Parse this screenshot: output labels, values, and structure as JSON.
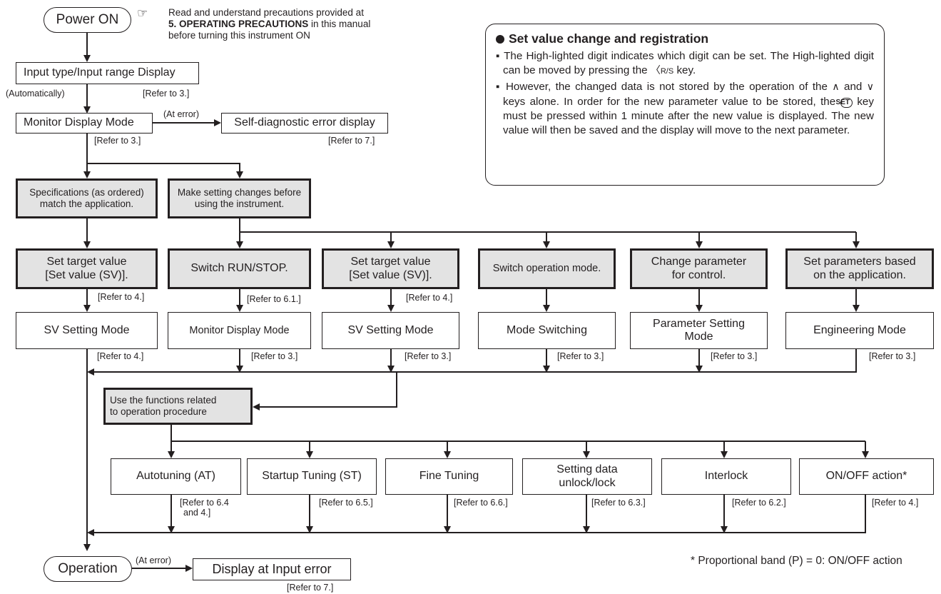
{
  "start": {
    "power_on": "Power ON"
  },
  "precaution": {
    "line1": "Read and understand precautions provided at",
    "line2_bold": "5. OPERATING PRECAUTIONS",
    "line2_rest": " in this manual",
    "line3": "before turning this instrument ON"
  },
  "flow": {
    "input_display": "Input type/Input range Display",
    "input_ref": "[Refer to 3.]",
    "automatically": "(Automatically)",
    "monitor_mode": "Monitor Display Mode",
    "monitor_ref": "[Refer to 3.]",
    "at_error_1": "(At error)",
    "self_diag": "Self-diagnostic error display",
    "self_diag_ref": "[Refer to 7.]",
    "spec_box_l1": "Specifications (as ordered)",
    "spec_box_l2": "match the application.",
    "make_box_l1": "Make setting changes before",
    "make_box_l2": "using the instrument."
  },
  "branches": [
    {
      "gray_l1": "Set target value",
      "gray_l2": "[Set value (SV)].",
      "ref1": "[Refer to 4.]",
      "mode": "SV Setting Mode",
      "ref2": "[Refer to 4.]"
    },
    {
      "gray_l1": "Switch RUN/STOP.",
      "gray_l2": "",
      "ref1": "[Refer to 6.1.]",
      "mode": "Monitor Display Mode",
      "ref2": "[Refer to 3.]"
    },
    {
      "gray_l1": "Set target value",
      "gray_l2": "[Set value (SV)].",
      "ref1": "[Refer to 4.]",
      "mode": "SV Setting Mode",
      "ref2": "[Refer to 3.]"
    },
    {
      "gray_l1": "Switch operation mode.",
      "gray_l2": "",
      "ref1": "",
      "mode": "Mode Switching",
      "ref2": "[Refer to 3.]"
    },
    {
      "gray_l1": "Change parameter",
      "gray_l2": "for control.",
      "ref1": "",
      "mode": "Parameter Setting Mode",
      "ref2": "[Refer to 3.]"
    },
    {
      "gray_l1": "Set parameters based",
      "gray_l2": "on the application.",
      "ref1": "",
      "mode": "Engineering Mode",
      "ref2": "[Refer to 3.]"
    }
  ],
  "functions": {
    "header_l1": "Use the functions related",
    "header_l2": "to operation procedure",
    "items": [
      {
        "label": "Autotuning (AT)",
        "ref_l1": "[Refer to 6.4",
        "ref_l2": "and 4.]"
      },
      {
        "label": "Startup Tuning (ST)",
        "ref_l1": "[Refer to 6.5.]",
        "ref_l2": ""
      },
      {
        "label": "Fine Tuning",
        "ref_l1": "[Refer to 6.6.]",
        "ref_l2": ""
      },
      {
        "label": "Setting data unlock/lock",
        "ref_l1": "[Refer to 6.3.]",
        "ref_l2": ""
      },
      {
        "label": "Interlock",
        "ref_l1": "[Refer to 6.2.]",
        "ref_l2": ""
      },
      {
        "label": "ON/OFF action*",
        "ref_l1": "[Refer to 4.]",
        "ref_l2": ""
      }
    ]
  },
  "end": {
    "operation": "Operation",
    "at_error_2": "(At error)",
    "input_error": "Display at Input error",
    "input_error_ref": "[Refer to 7.]"
  },
  "callout": {
    "title": "Set value change and registration",
    "p1": "The High-lighted digit indicates which digit can be set. The High-lighted digit can be moved by pressing the",
    "rs_key": "R/S",
    "p1_end": "key.",
    "p2a": "However, the changed data is not stored by the operation of the",
    "p2b": "and",
    "p2c": "keys alone. In order for the new parameter value to be stored, the",
    "set_key": "SET",
    "p2d": "key must be pressed within 1 minute after the new value is displayed. The new value will then be saved and the display will move to the next parameter."
  },
  "footnote": "* Proportional band (P) = 0: ON/OFF action",
  "icons": {
    "hand": "pointing-hand-icon",
    "bullet": "black-circle-bullet-icon"
  }
}
